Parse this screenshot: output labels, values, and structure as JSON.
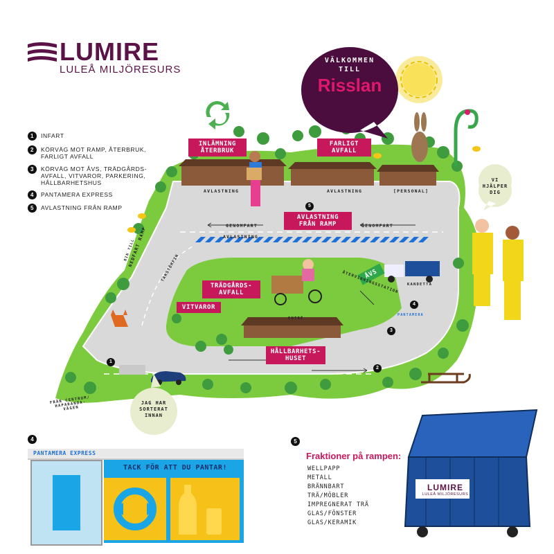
{
  "brand": {
    "name": "LUMIRE",
    "subtitle": "LULEÅ MILJÖRESURS",
    "color": "#5a1247"
  },
  "welcome": {
    "line1": "VÄLKOMMEN",
    "line2": "TILL",
    "place": "Risslan",
    "bubble_color": "#4a0d3d",
    "place_color": "#e0186c"
  },
  "legend": [
    {
      "num": "1",
      "text": "INFART"
    },
    {
      "num": "2",
      "text": "KÖRVÄG MOT RAMP, ÅTERBRUK, FARLIGT AVFALL"
    },
    {
      "num": "3",
      "text": "KÖRVÄG MOT ÅVS, TRÄDGÅRDS-AVFALL, VITVAROR, PARKERING, HÅLLBARHETSHUS"
    },
    {
      "num": "4",
      "text": "PANTAMERA EXPRESS"
    },
    {
      "num": "5",
      "text": "AVLASTNING FRÅN RAMP"
    }
  ],
  "map": {
    "pills": {
      "inlamning": "INLÄMNING ÅTERBRUK",
      "farligt": "FARLIGT AVFALL",
      "avlastning_ramp": "AVLASTNING FRÅN RAMP",
      "tradgard": "TRÄDGÅRDS-AVFALL",
      "vitvaror": "VITVAROR",
      "hallbarhet": "HÅLLBARHETS-HUSET",
      "avs": "ÅVS"
    },
    "labels": {
      "avlastning1": "AVLASTNING",
      "avlastning2": "AVLASTNING",
      "personal": "[PERSONAL]",
      "genomfart_left": "GENOMFART",
      "genomfart_right": "GENOMFART",
      "avlastning_mid": "AVLASTNING",
      "nedfart_ramp": "NEDFART RAMP",
      "infart_side": "TAKSTÖMFIN",
      "atervinning": "ÅTERVINNINGSSTATION",
      "kandetta": "KANDETTA",
      "entre": "ENTRÉ",
      "fran_centrum": "FRÅN CENTRUM/ HAPARANDA-VÄGEN",
      "bee_sign": "BIN TILL",
      "pantamera_small": "PANTAMERA"
    },
    "numbers": {
      "n1": "1",
      "n2": "2",
      "n3": "3",
      "n4": "4",
      "n5": "5"
    },
    "vi_hjalper": "VI HJÄLPER DIG",
    "jag_har": "JAG HAR SORTERAT INNAN",
    "colors": {
      "grass": "#7ccb3f",
      "road": "#d9d9d9",
      "pill": "#c8185c",
      "tree": "#3e9b3e"
    }
  },
  "express": {
    "num": "4",
    "brand": "PANTAMERA EXPRESS",
    "thanks": "TACK FÖR ATT DU PANTAR!",
    "blue": "#1aa5e6",
    "yellow": "#f6c21a"
  },
  "fraktioner": {
    "num": "5",
    "title": "Fraktioner på rampen:",
    "items": [
      "WELLPAPP",
      "METALL",
      "BRÄNNBART",
      "TRÄ/MÖBLER",
      "IMPREGNERAT TRÄ",
      "GLAS/FÖNSTER",
      "GLAS/KERAMIK"
    ],
    "container_brand": "LUMIRE",
    "container_sub": "LULEÅ MILJÖRESURS",
    "container_color": "#1d4f9a"
  }
}
